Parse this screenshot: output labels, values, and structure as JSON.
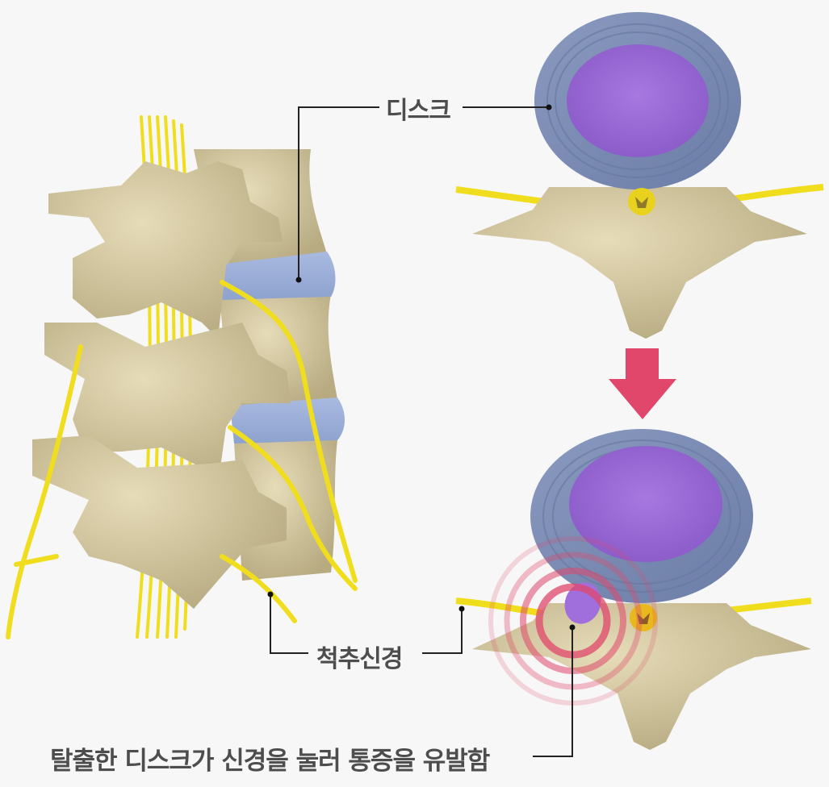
{
  "diagram": {
    "title": "Herniated disc compressing spinal nerve",
    "labels": {
      "disc": "디스크",
      "spinal_nerve": "척추신경",
      "caption": "탈출한 디스크가 신경을 눌러 통증을 유발함"
    },
    "panels": [
      {
        "id": "side-view",
        "description": "Lateral view of lumbar vertebrae with intervertebral discs and spinal nerves"
      },
      {
        "id": "normal-cross-section",
        "description": "Axial view of normal disc above vertebra"
      },
      {
        "id": "herniated-cross-section",
        "description": "Axial view of herniated disc pressing on nerve root, pain rings"
      }
    ],
    "arrow": {
      "direction": "down",
      "color": "#e0476b"
    },
    "colors": {
      "bone": "#d9cfa8",
      "bone_shade": "#b9ad85",
      "disc_annulus": "#7f8fb3",
      "disc_nucleus": "#9a6bd6",
      "disc_side": "#9fb1d8",
      "nerve": "#f2e12a",
      "pain_ring": "#e0476b",
      "leader_line": "#222222",
      "text": "#4d4d4d",
      "background": "#f7f7f7"
    }
  }
}
